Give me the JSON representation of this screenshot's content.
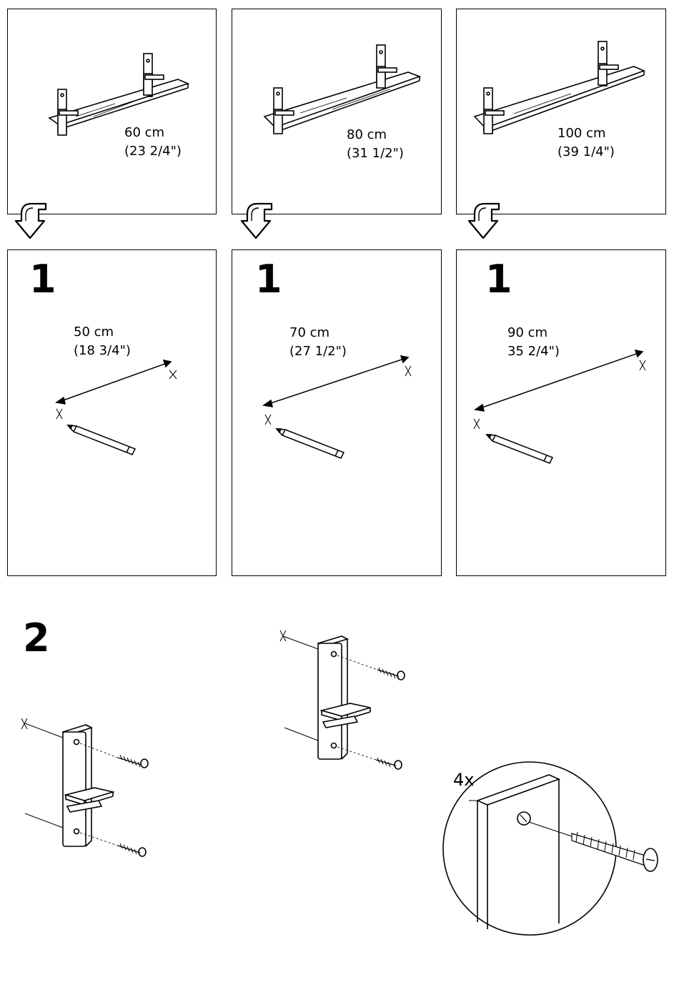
{
  "variants": [
    {
      "length_cm": "60 cm",
      "length_in": "(23 2/4\")",
      "step1_cm": "50 cm",
      "step1_in": "(18 3/4\")"
    },
    {
      "length_cm": "80 cm",
      "length_in": "(31 1/2\")",
      "step1_cm": "70 cm",
      "step1_in": "(27 1/2\")"
    },
    {
      "length_cm": "100 cm",
      "length_in": "(39 1/4\")",
      "step1_cm": "90 cm",
      "step1_in": "35 2/4\")"
    }
  ],
  "steps": {
    "step1": "1",
    "step2": "2"
  },
  "screw_quantity": "4x",
  "colors": {
    "line": "#000000",
    "background": "#ffffff"
  }
}
